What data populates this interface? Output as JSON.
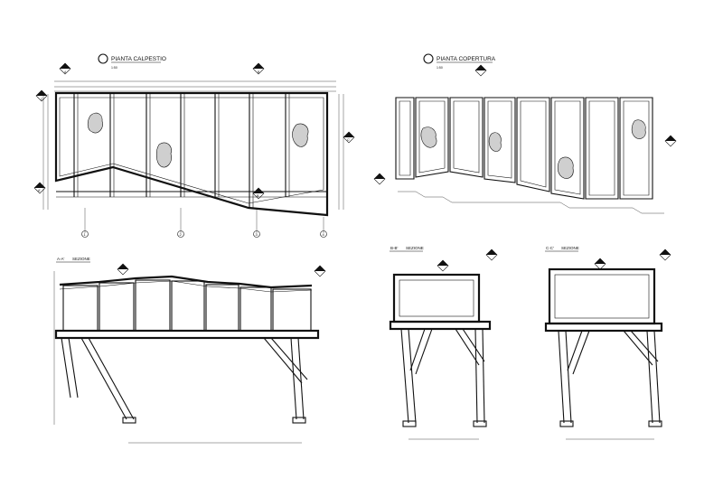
{
  "sheet": {
    "views": [
      {
        "id": "plan-floor",
        "title": "PIANTA CALPESTIO",
        "scale": "1:50"
      },
      {
        "id": "plan-roof",
        "title": "PIANTA COPERTURA",
        "scale": "1:50"
      },
      {
        "id": "section-long",
        "marker": "A-A'",
        "title": "SEZIONE"
      },
      {
        "id": "section-mid",
        "marker": "B-B'",
        "title": "SEZIONE"
      },
      {
        "id": "section-end",
        "marker": "C-C'",
        "title": "SEZIONE"
      }
    ],
    "section_markers": [
      "A",
      "A'",
      "B",
      "B'",
      "C",
      "C'"
    ],
    "grid_labels": [
      "1",
      "2",
      "3",
      "4"
    ],
    "colors": {
      "ink": "#111111",
      "paper": "#ffffff",
      "hatch": "#cfcfcf"
    }
  }
}
